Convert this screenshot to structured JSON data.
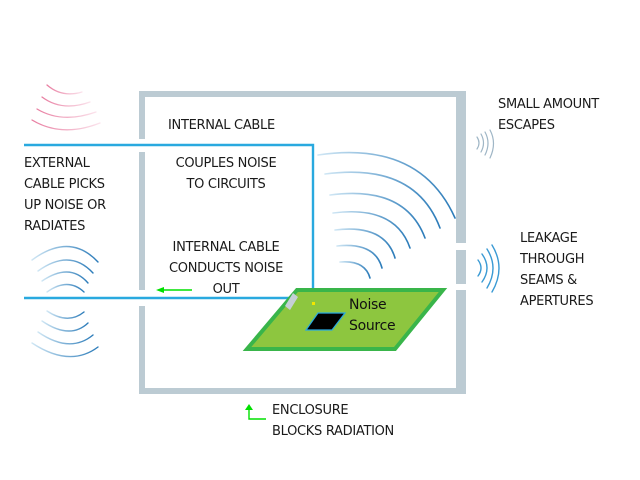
{
  "diagram": {
    "title": "EMI noise paths through an enclosure",
    "colors": {
      "enclosure": "#bccbd3",
      "cable": "#29a9df",
      "board_fill": "#8dc63f",
      "board_edge": "#39b54a",
      "chip": "#000000",
      "chip_edge": "#29a9df",
      "arrow": "#00e000",
      "wave_blue": "#2b7bb9",
      "wave_pink": "#e87ca0",
      "connector": "#c5cfd6",
      "pin": "#f2e600"
    },
    "labels": {
      "external_cable": [
        "EXTERNAL",
        "CABLE PICKS",
        "UP NOISE OR",
        "RADIATES"
      ],
      "internal_cable": "INTERNAL CABLE",
      "couples_noise": [
        "COUPLES NOISE",
        "TO CIRCUITS"
      ],
      "conducts_noise": [
        "INTERNAL CABLE",
        "CONDUCTS NOISE",
        "OUT"
      ],
      "small_amount": [
        "SMALL AMOUNT",
        "ESCAPES"
      ],
      "leakage": [
        "LEAKAGE",
        "THROUGH",
        "SEAMS &",
        "APERTURES"
      ],
      "noise_source": [
        "Noise",
        "Source"
      ],
      "enclosure_blocks": [
        "ENCLOSURE",
        "BLOCKS RADIATION"
      ]
    },
    "icons": {
      "left_arrow": "arrow-left-icon",
      "up_arrow": "arrow-up-icon"
    }
  }
}
